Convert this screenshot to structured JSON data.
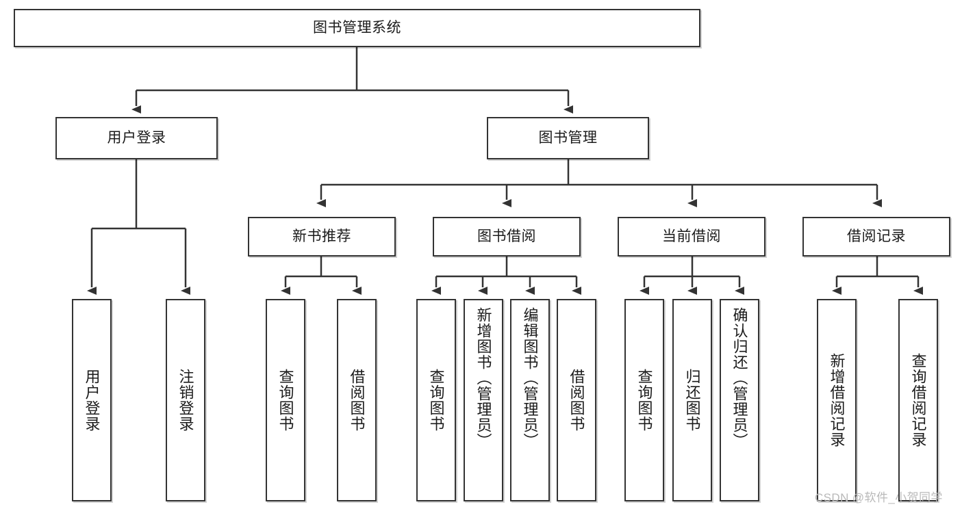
{
  "diagram": {
    "type": "tree",
    "title": "图书管理系统",
    "watermark": "CSDN @软件_小贺同学",
    "colors": {
      "box_border": "#333333",
      "box_fill": "#ffffff",
      "line": "#333333",
      "text": "#1b1b1b",
      "watermark": "#b9b9b9"
    },
    "nodes": {
      "root": "图书管理系统",
      "level2": [
        {
          "label": "用户登录"
        },
        {
          "label": "图书管理"
        }
      ],
      "level3": [
        {
          "label": "新书推荐"
        },
        {
          "label": "图书借阅"
        },
        {
          "label": "当前借阅"
        },
        {
          "label": "借阅记录"
        }
      ],
      "leaves": {
        "user_login": [
          {
            "label": "用户登录"
          },
          {
            "label": "注销登录"
          }
        ],
        "new_book": [
          {
            "label": "查询图书"
          },
          {
            "label": "借阅图书"
          }
        ],
        "book_borrow": [
          {
            "label": "查询图书"
          },
          {
            "label": "新增图书（管理员）"
          },
          {
            "label": "编辑图书（管理员）"
          },
          {
            "label": "借阅图书"
          }
        ],
        "current_borrow": [
          {
            "label": "查询图书"
          },
          {
            "label": "归还图书"
          },
          {
            "label": "确认归还（管理员）"
          }
        ],
        "borrow_record": [
          {
            "label": "新增借阅记录"
          },
          {
            "label": "查询借阅记录"
          }
        ]
      }
    }
  }
}
